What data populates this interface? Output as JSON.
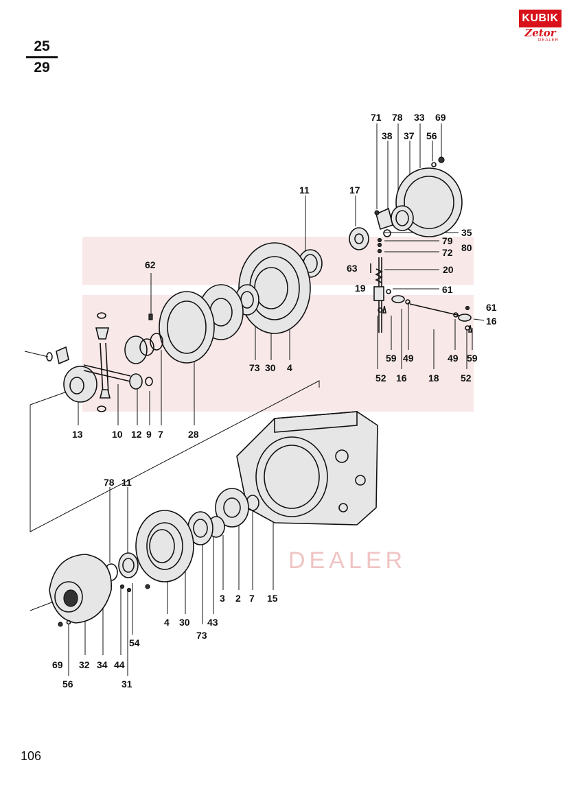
{
  "header": {
    "fraction_top": "25",
    "fraction_bottom": "29"
  },
  "logo": {
    "brand": "KUBIK",
    "sub": "Zetor",
    "tag": "DEALER"
  },
  "watermark": {
    "text": "DEALER"
  },
  "page_number": "106",
  "callouts": [
    {
      "id": "c71",
      "text": "71"
    },
    {
      "id": "c78a",
      "text": "78"
    },
    {
      "id": "c33",
      "text": "33"
    },
    {
      "id": "c69a",
      "text": "69"
    },
    {
      "id": "c38",
      "text": "38"
    },
    {
      "id": "c37",
      "text": "37"
    },
    {
      "id": "c56a",
      "text": "56"
    },
    {
      "id": "c11a",
      "text": "11"
    },
    {
      "id": "c17",
      "text": "17"
    },
    {
      "id": "c35",
      "text": "35"
    },
    {
      "id": "c79",
      "text": "79"
    },
    {
      "id": "c80",
      "text": "80"
    },
    {
      "id": "c72",
      "text": "72"
    },
    {
      "id": "c63",
      "text": "63"
    },
    {
      "id": "c20",
      "text": "20"
    },
    {
      "id": "c19",
      "text": "19"
    },
    {
      "id": "c61a",
      "text": "61"
    },
    {
      "id": "c61b",
      "text": "61"
    },
    {
      "id": "c16a",
      "text": "16"
    },
    {
      "id": "c62",
      "text": "62"
    },
    {
      "id": "c59a",
      "text": "59"
    },
    {
      "id": "c49a",
      "text": "49"
    },
    {
      "id": "c49b",
      "text": "49"
    },
    {
      "id": "c59b",
      "text": "59"
    },
    {
      "id": "c52a",
      "text": "52"
    },
    {
      "id": "c16b",
      "text": "16"
    },
    {
      "id": "c18",
      "text": "18"
    },
    {
      "id": "c52b",
      "text": "52"
    },
    {
      "id": "c73a",
      "text": "73"
    },
    {
      "id": "c30a",
      "text": "30"
    },
    {
      "id": "c4a",
      "text": "4"
    },
    {
      "id": "c13",
      "text": "13"
    },
    {
      "id": "c10",
      "text": "10"
    },
    {
      "id": "c12",
      "text": "12"
    },
    {
      "id": "c9",
      "text": "9"
    },
    {
      "id": "c7a",
      "text": "7"
    },
    {
      "id": "c28",
      "text": "28"
    },
    {
      "id": "c78b",
      "text": "78"
    },
    {
      "id": "c11b",
      "text": "11"
    },
    {
      "id": "c3",
      "text": "3"
    },
    {
      "id": "c2",
      "text": "2"
    },
    {
      "id": "c7b",
      "text": "7"
    },
    {
      "id": "c15",
      "text": "15"
    },
    {
      "id": "c4b",
      "text": "4"
    },
    {
      "id": "c30b",
      "text": "30"
    },
    {
      "id": "c43",
      "text": "43"
    },
    {
      "id": "c73b",
      "text": "73"
    },
    {
      "id": "c54",
      "text": "54"
    },
    {
      "id": "c69b",
      "text": "69"
    },
    {
      "id": "c32",
      "text": "32"
    },
    {
      "id": "c34",
      "text": "34"
    },
    {
      "id": "c44",
      "text": "44"
    },
    {
      "id": "c31",
      "text": "31"
    },
    {
      "id": "c56b",
      "text": "56"
    }
  ]
}
